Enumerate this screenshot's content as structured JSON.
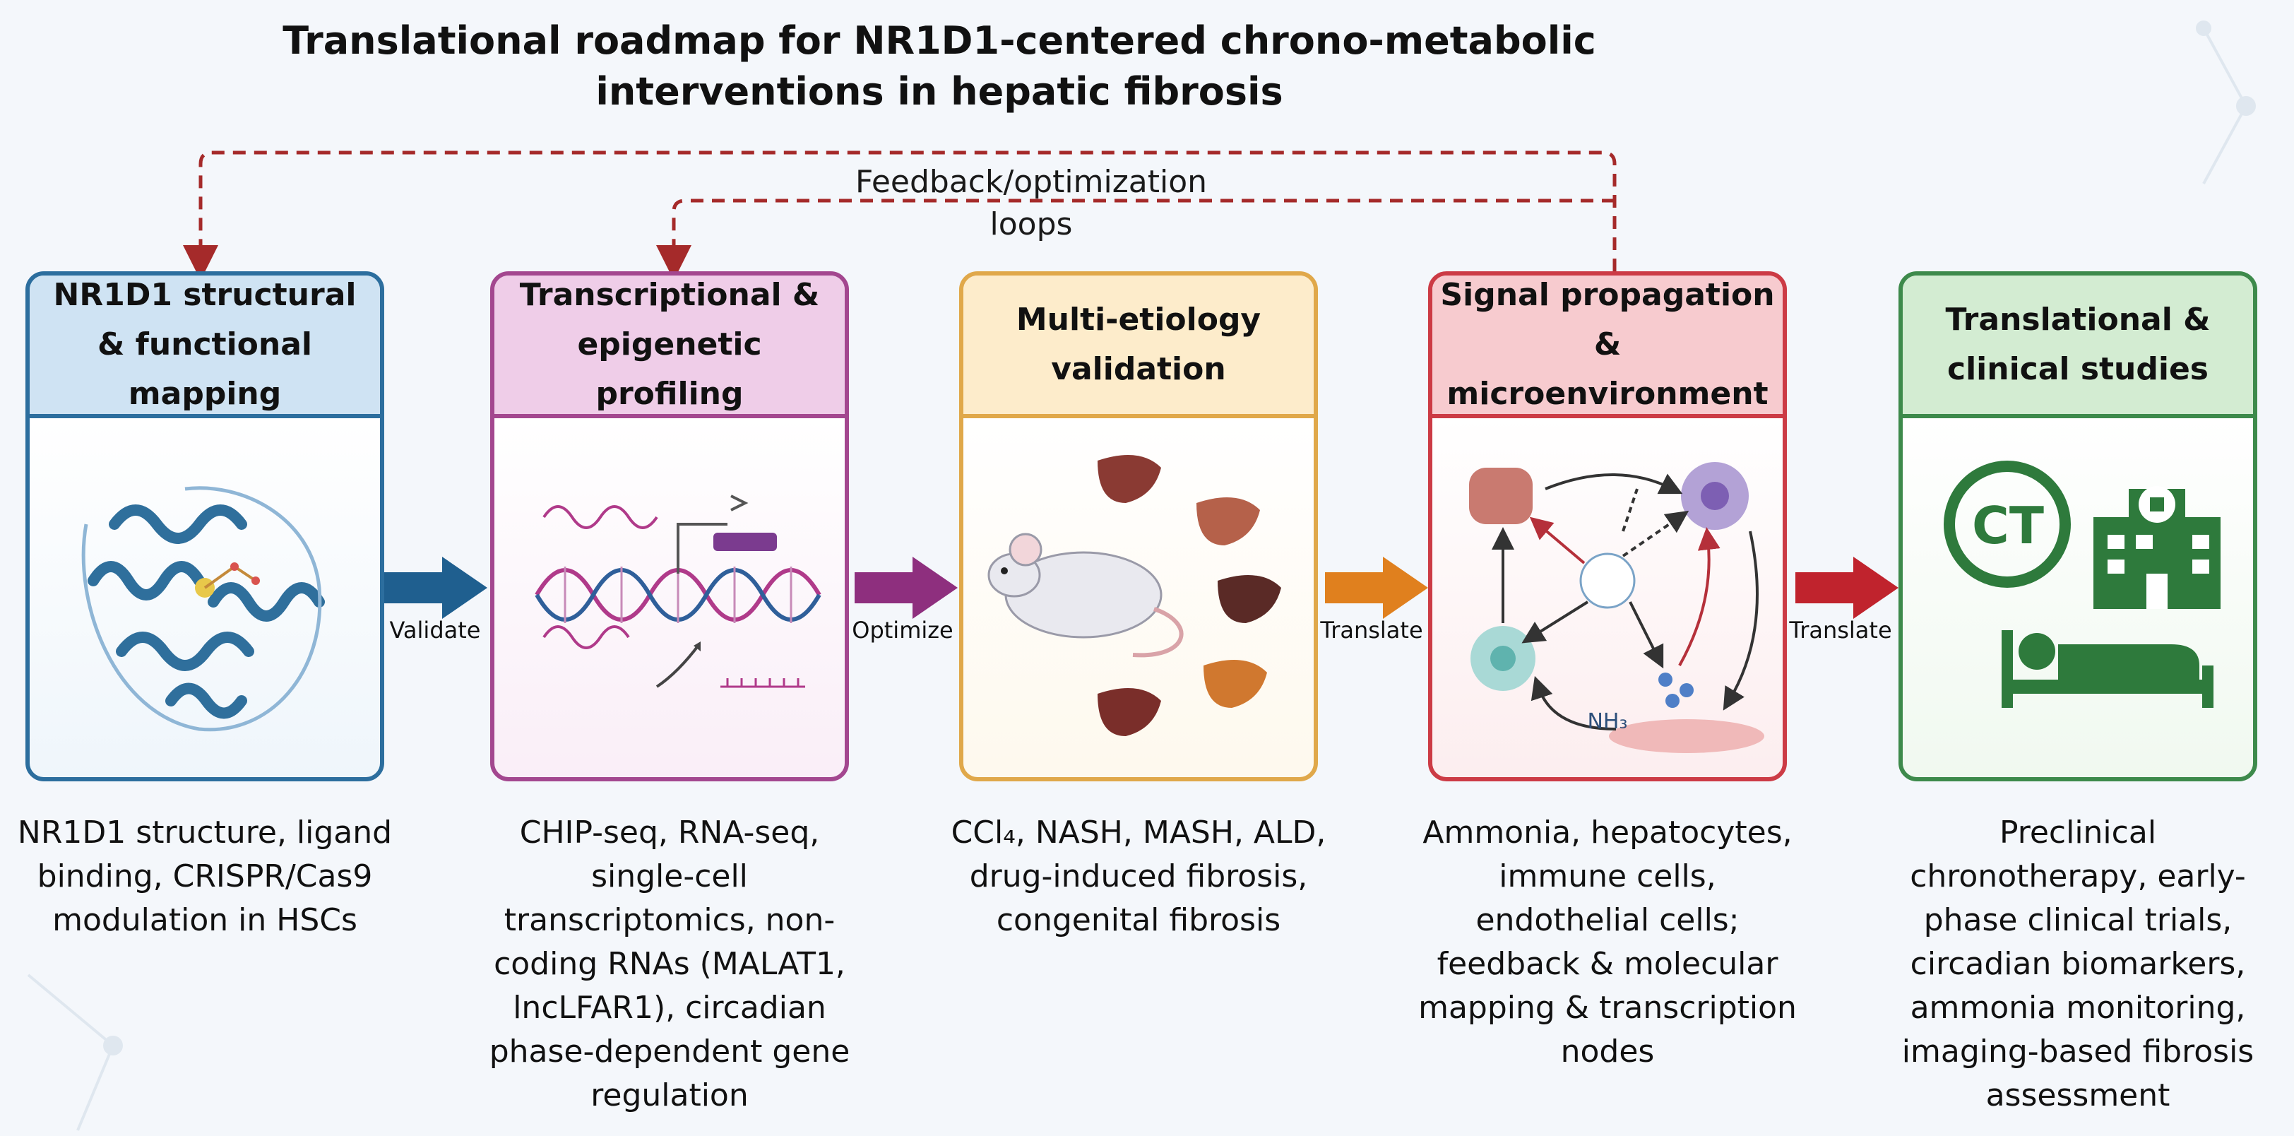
{
  "title": "Translational roadmap for NR1D1-centered chrono-metabolic interventions in hepatic fibrosis",
  "feedback_label": "Feedback/optimization loops",
  "stages": [
    {
      "heading": "NR1D1 structural & functional mapping",
      "caption": "NR1D1 structure, ligand binding, CRISPR/Cas9 modulation in HSCs",
      "color": "#2c6e9e",
      "fill": "#cfe3f3"
    },
    {
      "heading": "Transcriptional & epigenetic profiling",
      "caption": "CHIP-seq, RNA-seq, single-cell transcriptomics, non-coding RNAs (MALAT1, lncLFAR1), circadian phase-dependent gene regulation",
      "color": "#a3478f",
      "fill": "#efcde8"
    },
    {
      "heading": "Multi-etiology validation",
      "caption": "CCl₄, NASH, MASH, ALD, drug-induced fibrosis, congenital fibrosis",
      "color": "#e0a84a",
      "fill": "#fdeccb"
    },
    {
      "heading": "Signal propagation & microenvironment",
      "caption": "Ammonia, hepatocytes, immune cells, endothelial cells; feedback & molecular mapping & transcription nodes",
      "color": "#cc3b45",
      "fill": "#f7cbcf",
      "center_label": "NH₃"
    },
    {
      "heading": "Translational & clinical studies",
      "caption": "Preclinical chronotherapy, early-phase clinical trials, circadian biomarkers, ammonia monitoring, imaging-based fibrosis assessment",
      "color": "#3d8a4b",
      "fill": "#d3ecd2",
      "ct_label": "CT"
    }
  ],
  "connectors": [
    {
      "label": "Validate",
      "color": "#1f5f8f"
    },
    {
      "label": "Optimize",
      "color": "#8e2f7e"
    },
    {
      "label": "Translate",
      "color": "#e0801e"
    },
    {
      "label": "Translate",
      "color": "#c0232d"
    }
  ],
  "feedback_color": "#a52a2a"
}
